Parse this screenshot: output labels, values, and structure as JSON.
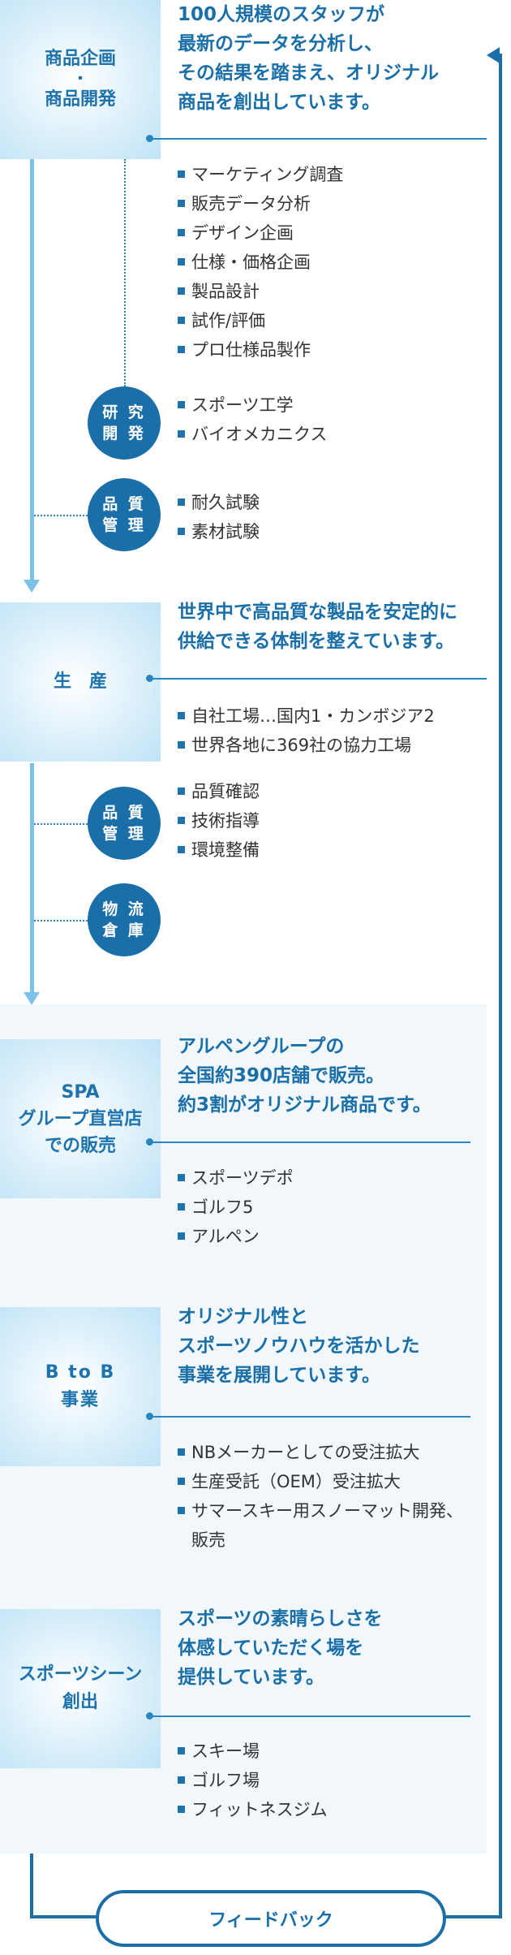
{
  "sections": {
    "planning": {
      "label": [
        "商品企画",
        "・",
        "商品開発"
      ],
      "headline": [
        "100人規模のスタッフが",
        "最新のデータを分析し、",
        "その結果を踏まえ、オリジナル",
        "商品を創出しています。"
      ],
      "items": [
        "マーケティング調査",
        "販売データ分析",
        "デザイン企画",
        "仕様・価格企画",
        "製品設計",
        "試作/評価",
        "プロ仕様品製作"
      ]
    },
    "rnd": {
      "label": [
        "研 究",
        "開 発"
      ],
      "items": [
        "スポーツ工学",
        "バイオメカニクス"
      ]
    },
    "qc1": {
      "label": [
        "品 質",
        "管 理"
      ],
      "items": [
        "耐久試験",
        "素材試験"
      ]
    },
    "production": {
      "label": [
        "生　産"
      ],
      "headline": [
        "世界中で高品質な製品を安定的に",
        "供給できる体制を整えています。"
      ],
      "items": [
        "自社工場…国内1・カンボジア2",
        "世界各地に369社の協力工場"
      ]
    },
    "qc2": {
      "label": [
        "品 質",
        "管 理"
      ],
      "items": [
        "品質確認",
        "技術指導",
        "環境整備"
      ]
    },
    "logistics": {
      "label": [
        "物 流",
        "倉 庫"
      ]
    },
    "spa": {
      "label": [
        "SPA",
        "グループ直営店",
        "での販売"
      ],
      "headline": [
        "アルペングループの",
        "全国約390店舗で販売。",
        "約3割がオリジナル商品です。"
      ],
      "items": [
        "スポーツデポ",
        "ゴルフ5",
        "アルペン"
      ]
    },
    "btob": {
      "label": [
        "B to B",
        "事業"
      ],
      "headline": [
        "オリジナル性と",
        "スポーツノウハウを活かした",
        "事業を展開しています。"
      ],
      "items": [
        "NBメーカーとしての受注拡大",
        "生産受託（OEM）受注拡大",
        "サマースキー用スノーマット開発、",
        "販売"
      ]
    },
    "scene": {
      "label": [
        "スポーツシーン",
        "創出"
      ],
      "headline": [
        "スポーツの素晴らしさを",
        "体感していただく場を",
        "提供しています。"
      ],
      "items": [
        "スキー場",
        "ゴルフ場",
        "フィットネスジム"
      ]
    }
  },
  "feedback": {
    "label": "フィードバック"
  },
  "colors": {
    "accent": "#1a6fa8",
    "flow": "#7cc1e6",
    "phase_bg": "#bfe3f6",
    "panel_bg": "#f1f7fb"
  }
}
